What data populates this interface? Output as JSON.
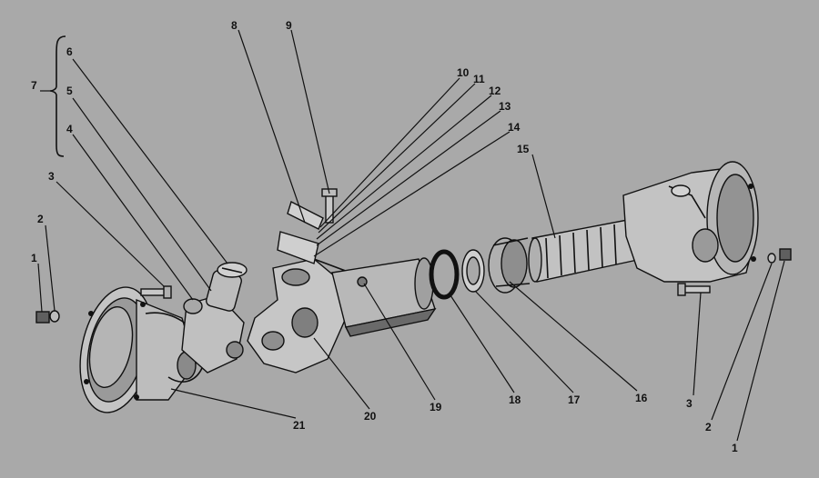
{
  "colors": {
    "background": "#a9a9a9",
    "ink": "#111111",
    "part_fill": "#c4c4c4",
    "part_dark": "#6e6e6e"
  },
  "diagram": {
    "callouts": [
      "1",
      "2",
      "3",
      "4",
      "5",
      "6",
      "7",
      "8",
      "9",
      "10",
      "11",
      "12",
      "13",
      "14",
      "15",
      "16",
      "17",
      "18",
      "19",
      "20",
      "21",
      "3",
      "2",
      "1"
    ]
  }
}
